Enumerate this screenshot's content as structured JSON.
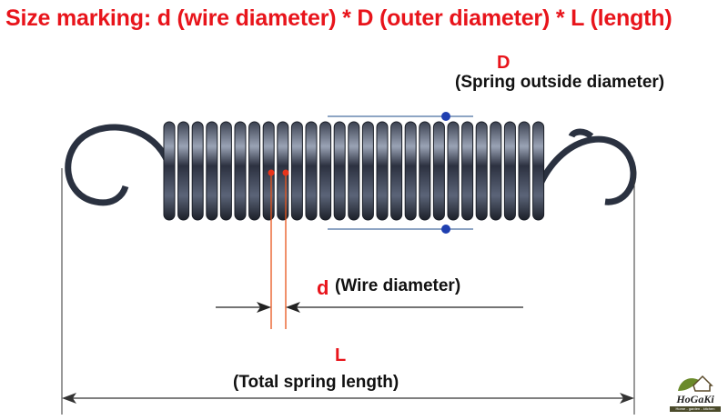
{
  "title": "Size marking: d (wire diameter) * D (outer diameter) * L (length)",
  "outer_diameter": {
    "symbol": "D",
    "label": "(Spring outside diameter)"
  },
  "wire_diameter": {
    "symbol": "d",
    "label": "(Wire diameter)"
  },
  "length": {
    "symbol": "L",
    "label": "(Total spring length)"
  },
  "logo": {
    "name": "HoGaKi",
    "tagline": "Home - garden - kitchen"
  },
  "colors": {
    "accent_red": "#e8141b",
    "marker_blue": "#1f3fb0",
    "spring": "#2a3140"
  }
}
